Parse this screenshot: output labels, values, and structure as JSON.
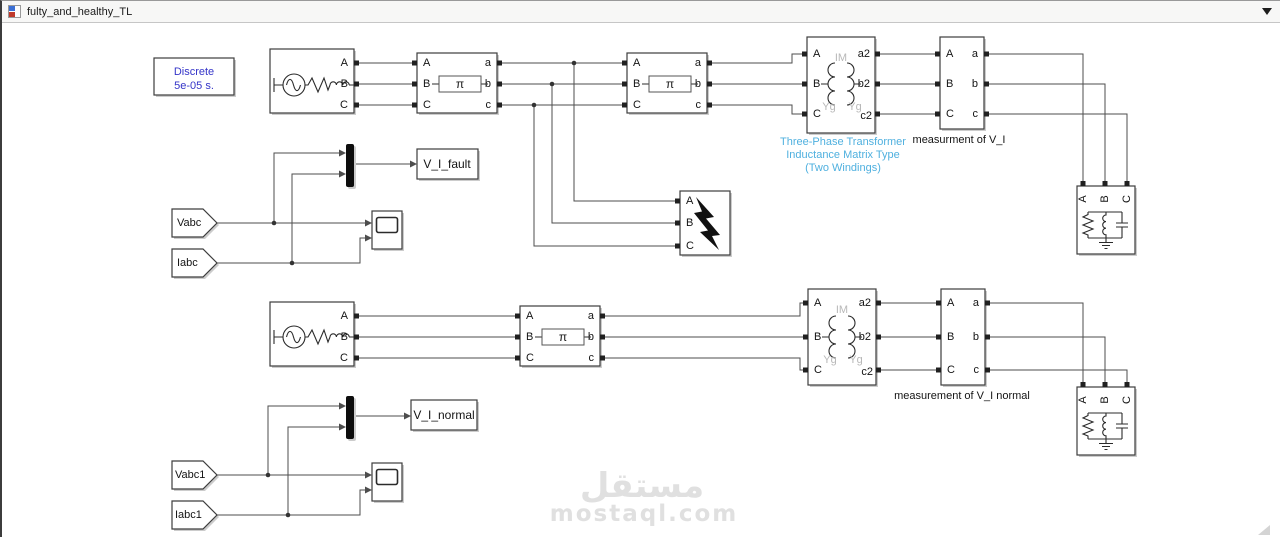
{
  "window": {
    "title": "fulty_and_healthy_TL"
  },
  "colors": {
    "wire": "#4d4d4d",
    "block_border": "#3d3d3d",
    "shadow": "#cccccc",
    "discrete_text": "#3434c8",
    "annotation_blue": "#4fb0df",
    "gray_label": "#b8b8b8",
    "watermark": "#e0e0e0"
  },
  "ports": {
    "A": "A",
    "B": "B",
    "C": "C",
    "a": "a",
    "b": "b",
    "c": "c",
    "a2": "a2",
    "b2": "b2",
    "c2": "c2"
  },
  "blocks": {
    "discrete": {
      "line1": "Discrete",
      "line2": "5e-05 s."
    },
    "pi_symbol": "π",
    "transformer": {
      "im": "IM",
      "yg": "Yg"
    },
    "annotation": {
      "line1": "Three-Phase Transformer",
      "line2": "Inductance Matrix Type",
      "line3": "(Two Windings)"
    },
    "measurement_fault_label": "measurment of V_I",
    "measurement_normal_label": "measurement of V_I normal",
    "goto_fault": "V_I_fault",
    "goto_normal": "V_I_normal",
    "tag_vabc": "Vabc",
    "tag_iabc": "Iabc",
    "tag_vabc1": "Vabc1",
    "tag_iabc1": "Iabc1"
  },
  "watermark": {
    "arabic": "مستقل",
    "latin": "mostaql.com"
  }
}
